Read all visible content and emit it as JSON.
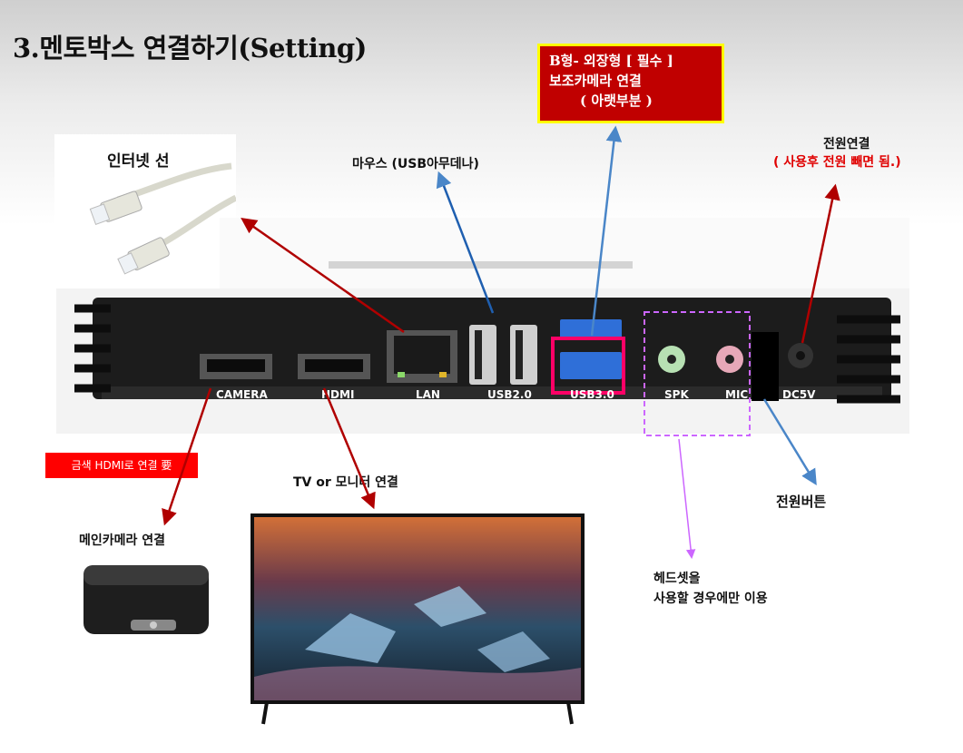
{
  "page": {
    "title": "3.멘토박스 연결하기(Setting)"
  },
  "callout_b": {
    "line1": "B형- 외장형 [ 필수 ]",
    "line2": "보조카메라 연결",
    "line3": "( 아랫부분 )"
  },
  "labels": {
    "internet_cable": "인터넷 선",
    "mouse": "마우스 (USB아무데나)",
    "power_connection": "전원연결",
    "power_note": "( 사용후 전원 빼면 됨.)",
    "power_button": "전원버튼",
    "tv_monitor": "TV or 모니터 연결",
    "gold_hdmi": "금색 HDMI로 연결 要",
    "main_camera": "메인카메라 연결",
    "headset_line1": "헤드셋을",
    "headset_line2": "사용할 경우에만 이용"
  },
  "ports": {
    "camera": "CAMERA",
    "hdmi": "HDMI",
    "lan": "LAN",
    "usb2": "USB2.0",
    "usb3": "USB3.0",
    "spk": "SPK",
    "mic": "MIC",
    "dc5v": "DC5V"
  },
  "colors": {
    "red_arrow": "#b00000",
    "blue_arrow": "#4a86c8",
    "purple_dash": "#cc66ff",
    "highlight_usb3": "#ff0066",
    "callout_bg": "#c00000",
    "callout_border": "#ffff00"
  }
}
